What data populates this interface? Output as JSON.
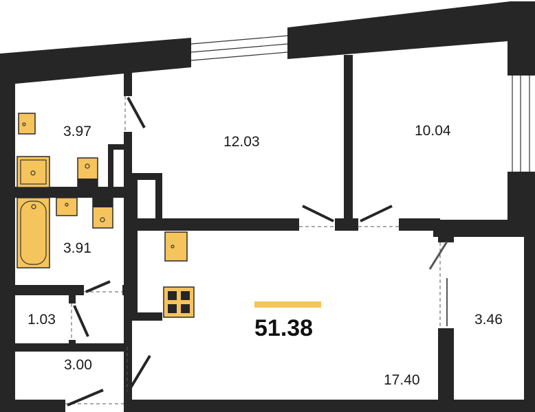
{
  "plan": {
    "total_area": "51.38",
    "accent_color": "#f6c45c",
    "wall_color": "#262626",
    "rooms": [
      {
        "id": "bathroom-upper",
        "area": "3.97"
      },
      {
        "id": "bedroom",
        "area": "12.03"
      },
      {
        "id": "bedroom-2",
        "area": "10.04"
      },
      {
        "id": "bathroom-lower",
        "area": "3.91"
      },
      {
        "id": "storage",
        "area": "1.03"
      },
      {
        "id": "hallway",
        "area": "3.00"
      },
      {
        "id": "kitchen-living",
        "area": "17.40"
      },
      {
        "id": "balcony",
        "area": "3.46"
      }
    ]
  }
}
